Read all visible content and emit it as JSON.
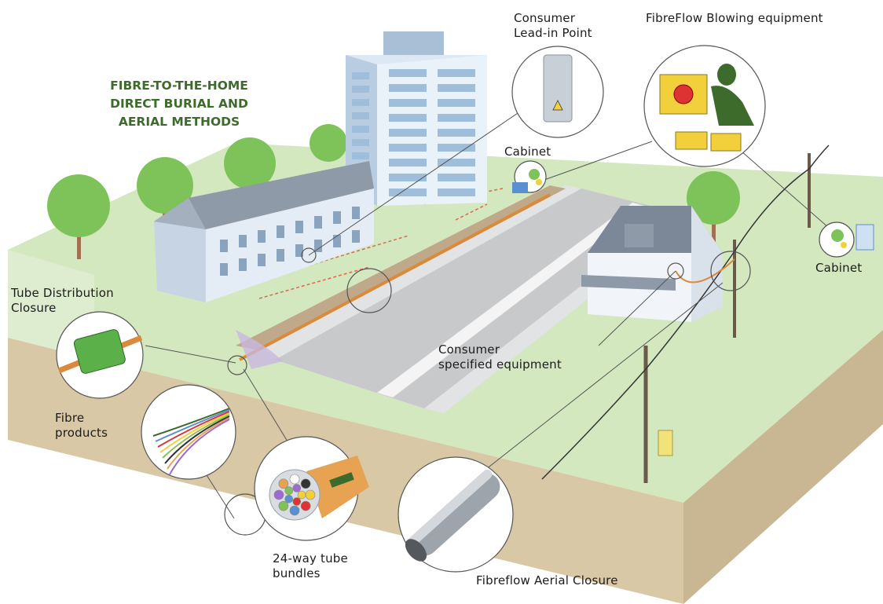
{
  "title": "FIBRE-TO-THE-HOME\nDIRECT BURIAL AND\nAERIAL METHODS",
  "callouts": {
    "consumer_lead_in_point": "Consumer\nLead-in Point",
    "blowing_equipment": "FibreFlow Blowing equipment",
    "cabinet_center": "Cabinet",
    "cabinet_right": "Cabinet",
    "tube_distribution_closure": "Tube Distribution\nClosure",
    "consumer_specified_equipment": "Consumer\nspecified equipment",
    "fibre_products": "Fibre\nproducts",
    "tube_bundles": "24-way tube\nbundles",
    "aerial_closure": "Fibreflow Aerial Closure"
  },
  "colors": {
    "title": "#3d6b2c",
    "grass": "#cfe6b8",
    "road": "#c8cacc",
    "soil": "#d8c7a5",
    "duct": "#d98a3a",
    "tree": "#7ec25a"
  }
}
